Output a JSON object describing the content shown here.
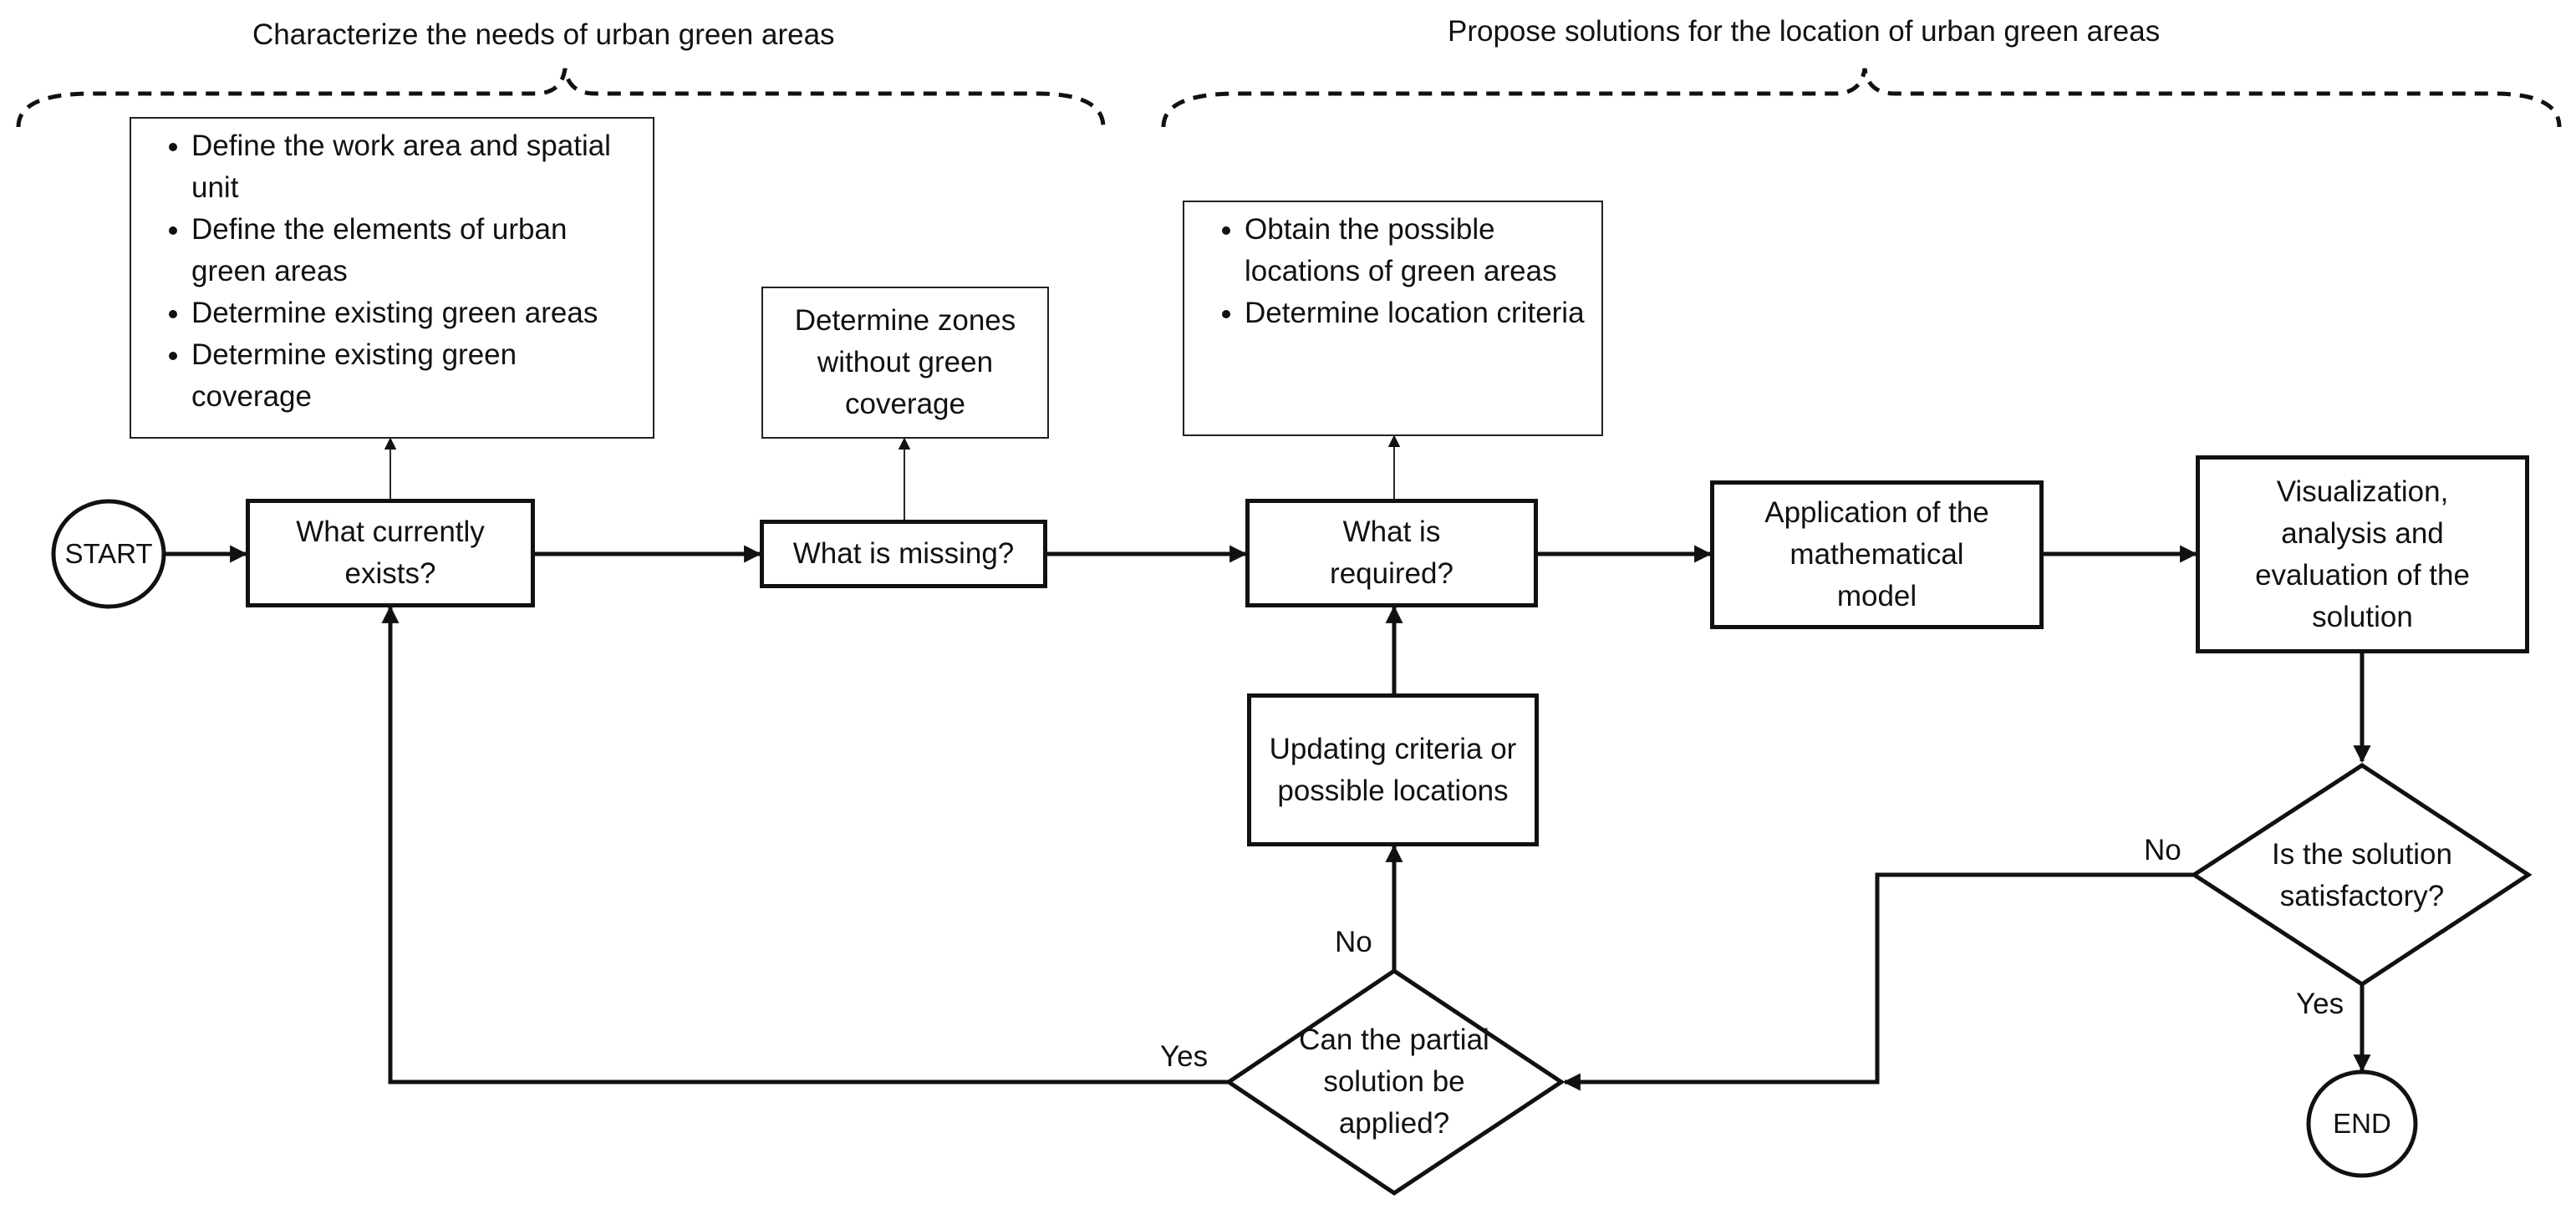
{
  "sections": {
    "left_title": "Characterize the needs of urban green areas",
    "right_title": "Propose solutions for the location of urban green areas"
  },
  "nodes": {
    "start": "START",
    "end": "END",
    "what_exists": "What currently exists?",
    "what_missing": "What is missing?",
    "what_required": "What is required?",
    "apply_model": "Application of the mathematical model",
    "visualization": "Visualization, analysis and evaluation of the solution",
    "updating": "Updating criteria or possible locations",
    "determine_zones": "Determine zones without green coverage",
    "satisfactory": "Is the solution satisfactory?",
    "partial": "Can the partial solution be applied?"
  },
  "lists": {
    "characterize": [
      "Define the work area and spatial unit",
      "Define the elements of urban green areas",
      "Determine existing green areas",
      "Determine existing green coverage"
    ],
    "locations": [
      "Obtain the possible locations of green areas",
      "Determine location criteria"
    ]
  },
  "labels": {
    "no_satisfactory": "No",
    "yes_satisfactory": "Yes",
    "no_partial": "No",
    "yes_partial": "Yes"
  }
}
